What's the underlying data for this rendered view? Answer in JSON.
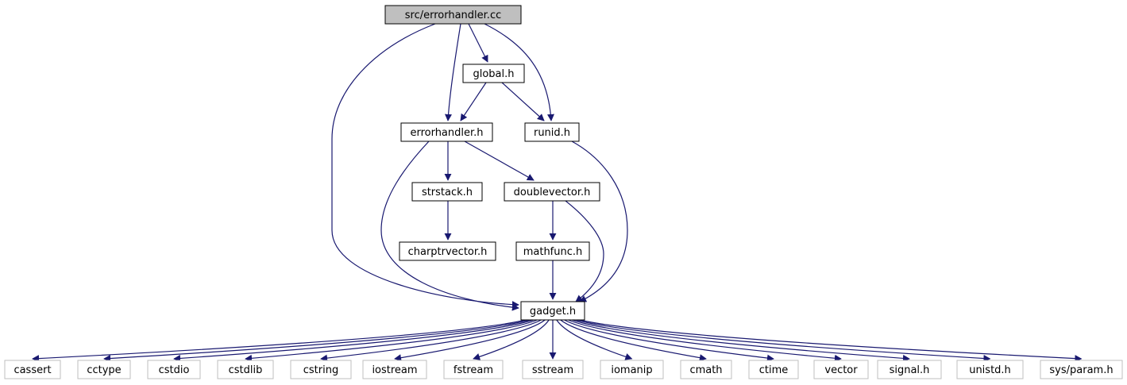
{
  "title": "",
  "colors": {
    "edge": "#191970",
    "node_border": "#000000",
    "root_fill": "#bfbfbf",
    "system_border": "#bfbfbf",
    "node_fill": "#ffffff",
    "text": "#000000"
  },
  "nodes": [
    {
      "id": "n_root",
      "label": "src/errorhandler.cc",
      "kind": "root"
    },
    {
      "id": "n_global",
      "label": "global.h",
      "kind": "local"
    },
    {
      "id": "n_errorhandler",
      "label": "errorhandler.h",
      "kind": "local"
    },
    {
      "id": "n_runid",
      "label": "runid.h",
      "kind": "local"
    },
    {
      "id": "n_strstack",
      "label": "strstack.h",
      "kind": "local"
    },
    {
      "id": "n_doublevector",
      "label": "doublevector.h",
      "kind": "local"
    },
    {
      "id": "n_charptrvector",
      "label": "charptrvector.h",
      "kind": "local"
    },
    {
      "id": "n_mathfunc",
      "label": "mathfunc.h",
      "kind": "local"
    },
    {
      "id": "n_gadget",
      "label": "gadget.h",
      "kind": "local"
    },
    {
      "id": "n_cassert",
      "label": "cassert",
      "kind": "system"
    },
    {
      "id": "n_cctype",
      "label": "cctype",
      "kind": "system"
    },
    {
      "id": "n_cstdio",
      "label": "cstdio",
      "kind": "system"
    },
    {
      "id": "n_cstdlib",
      "label": "cstdlib",
      "kind": "system"
    },
    {
      "id": "n_cstring",
      "label": "cstring",
      "kind": "system"
    },
    {
      "id": "n_iostream",
      "label": "iostream",
      "kind": "system"
    },
    {
      "id": "n_fstream",
      "label": "fstream",
      "kind": "system"
    },
    {
      "id": "n_sstream",
      "label": "sstream",
      "kind": "system"
    },
    {
      "id": "n_iomanip",
      "label": "iomanip",
      "kind": "system"
    },
    {
      "id": "n_cmath",
      "label": "cmath",
      "kind": "system"
    },
    {
      "id": "n_ctime",
      "label": "ctime",
      "kind": "system"
    },
    {
      "id": "n_vector",
      "label": "vector",
      "kind": "system"
    },
    {
      "id": "n_signal",
      "label": "signal.h",
      "kind": "system"
    },
    {
      "id": "n_unistd",
      "label": "unistd.h",
      "kind": "system"
    },
    {
      "id": "n_sysparam",
      "label": "sys/param.h",
      "kind": "system"
    }
  ],
  "edges": [
    {
      "from": "n_root",
      "to": "n_errorhandler"
    },
    {
      "from": "n_root",
      "to": "n_global"
    },
    {
      "from": "n_root",
      "to": "n_runid"
    },
    {
      "from": "n_root",
      "to": "n_gadget"
    },
    {
      "from": "n_global",
      "to": "n_errorhandler"
    },
    {
      "from": "n_global",
      "to": "n_runid"
    },
    {
      "from": "n_errorhandler",
      "to": "n_strstack"
    },
    {
      "from": "n_errorhandler",
      "to": "n_doublevector"
    },
    {
      "from": "n_errorhandler",
      "to": "n_gadget"
    },
    {
      "from": "n_runid",
      "to": "n_gadget"
    },
    {
      "from": "n_strstack",
      "to": "n_charptrvector"
    },
    {
      "from": "n_doublevector",
      "to": "n_mathfunc"
    },
    {
      "from": "n_doublevector",
      "to": "n_gadget"
    },
    {
      "from": "n_mathfunc",
      "to": "n_gadget"
    },
    {
      "from": "n_gadget",
      "to": "n_cassert"
    },
    {
      "from": "n_gadget",
      "to": "n_cctype"
    },
    {
      "from": "n_gadget",
      "to": "n_cstdio"
    },
    {
      "from": "n_gadget",
      "to": "n_cstdlib"
    },
    {
      "from": "n_gadget",
      "to": "n_cstring"
    },
    {
      "from": "n_gadget",
      "to": "n_iostream"
    },
    {
      "from": "n_gadget",
      "to": "n_fstream"
    },
    {
      "from": "n_gadget",
      "to": "n_sstream"
    },
    {
      "from": "n_gadget",
      "to": "n_iomanip"
    },
    {
      "from": "n_gadget",
      "to": "n_cmath"
    },
    {
      "from": "n_gadget",
      "to": "n_ctime"
    },
    {
      "from": "n_gadget",
      "to": "n_vector"
    },
    {
      "from": "n_gadget",
      "to": "n_signal"
    },
    {
      "from": "n_gadget",
      "to": "n_unistd"
    },
    {
      "from": "n_gadget",
      "to": "n_sysparam"
    }
  ]
}
